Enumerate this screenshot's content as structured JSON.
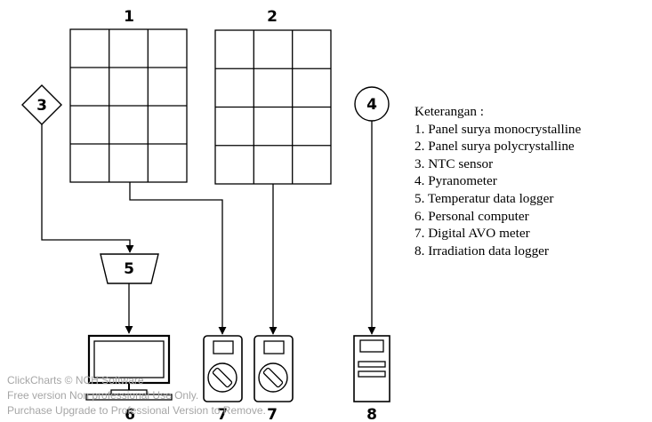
{
  "diagram": {
    "labels": {
      "panel1": "1",
      "panel2": "2",
      "ntc": "3",
      "pyranometer": "4",
      "temp_logger": "5",
      "computer": "6",
      "avo1": "7",
      "avo2": "7",
      "irr_logger": "8"
    },
    "legend": {
      "title": "Keterangan :",
      "items": [
        "1. Panel surya monocrystalline",
        "2. Panel surya polycrystalline",
        "3. NTC sensor",
        "4. Pyranometer",
        "5. Temperatur data logger",
        "6. Personal computer",
        "7. Digital AVO meter",
        "8. Irradiation data logger"
      ]
    },
    "watermark": {
      "line1": "ClickCharts © NCH Software",
      "line2": "Free version Non professional Use Only.",
      "line3": "Purchase Upgrade to Professional Version to Remove."
    }
  }
}
